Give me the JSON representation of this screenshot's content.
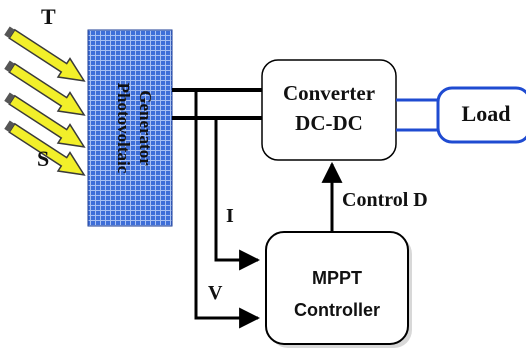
{
  "labels": {
    "temperature": "T",
    "irradiance": "S",
    "pv_line1": "Photovoltaic",
    "pv_line2": "Generator",
    "converter_line1": "Converter",
    "converter_line2": "DC-DC",
    "load": "Load",
    "control": "Control D",
    "current": "I",
    "voltage": "V",
    "mppt_line1": "MPPT",
    "mppt_line2": "Controller"
  },
  "colors": {
    "pv_fill": "#3f6fd8",
    "pv_grid": "#a9c1f2",
    "arrow_yellow": "#f2ef2a",
    "arrow_outline": "#3a3a3a",
    "load_border": "#1f4bd1",
    "line": "#000000"
  },
  "icons": {
    "sun_ray": "striped-yellow-arrow-icon"
  }
}
